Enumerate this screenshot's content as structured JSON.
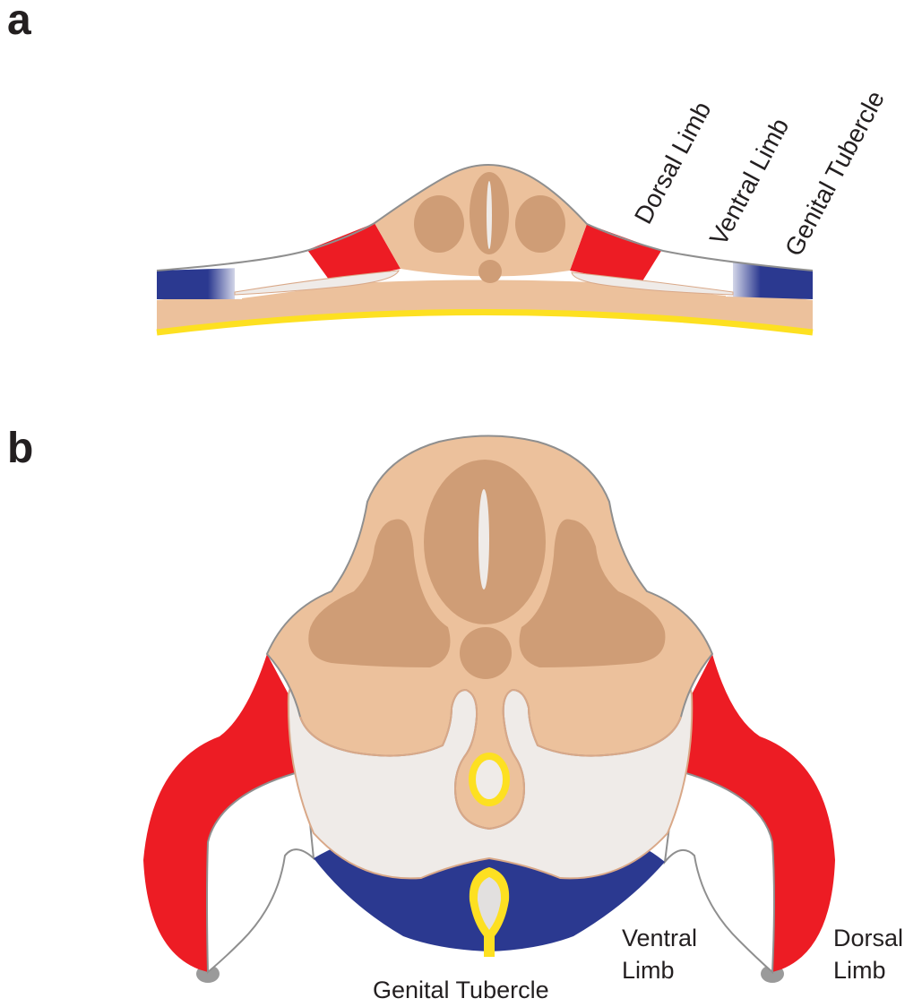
{
  "panel_a": {
    "letter": "a",
    "labels": [
      "Dorsal Limb",
      "Ventral Limb",
      "Genital Tubercle"
    ]
  },
  "panel_b": {
    "letter": "b",
    "genital_tubercle_label": "Genital Tubercle",
    "ventral_limb_label": [
      "Ventral",
      "Limb"
    ],
    "dorsal_limb_label": [
      "Dorsal",
      "Limb"
    ]
  },
  "colors": {
    "tissue": "#ecc19c",
    "tissue_dark": "#cf9d76",
    "dorsal_limb": "#ed1c24",
    "ventral_limb": "#ffffff",
    "genital_tubercle": "#2b3990",
    "endoderm": "#fde021",
    "mesenchyme_light": "#efebe8",
    "outline": "#8f8f8f"
  }
}
